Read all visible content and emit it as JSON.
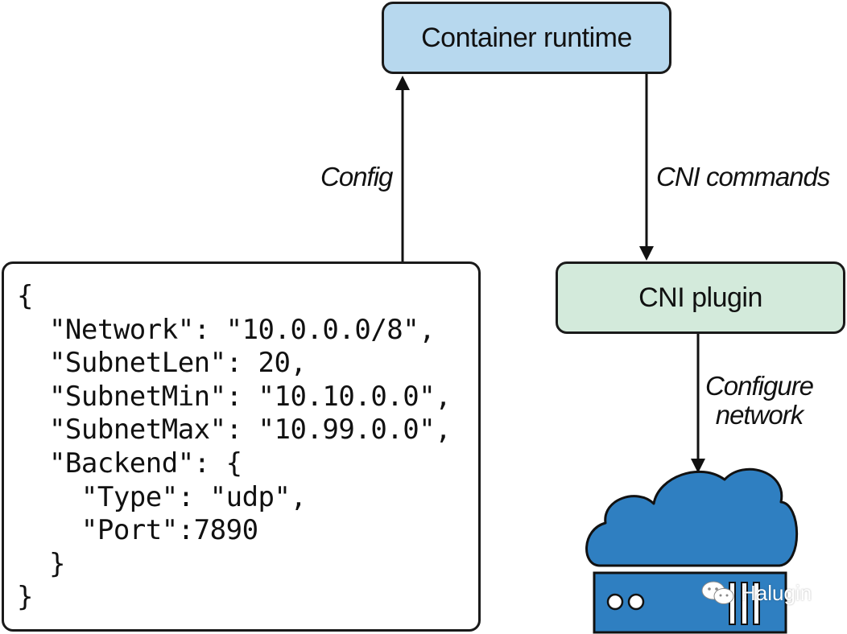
{
  "nodes": {
    "container_runtime": "Container runtime",
    "cni_plugin": "CNI plugin"
  },
  "edges": {
    "config": "Config",
    "cni_commands": "CNI commands",
    "configure_network_line1": "Configure",
    "configure_network_line2": "network"
  },
  "code_lines": [
    "{",
    "  \"Network\": \"10.0.0.0/8\",",
    "  \"SubnetLen\": 20,",
    "  \"SubnetMin\": \"10.10.0.0\",",
    "  \"SubnetMax\": \"10.99.0.0\",",
    "  \"Backend\": {",
    "    \"Type\": \"udp\",",
    "    \"Port\":7890",
    "  }",
    "}"
  ],
  "watermark": "Halugin",
  "icons": {
    "cloud": "cloud-icon",
    "server": "server-icon",
    "chat": "wechat-icon"
  },
  "colors": {
    "runtime_fill": "#b7d8ee",
    "plugin_fill": "#d3eadb",
    "cloud_fill": "#2f7fc1",
    "server_fill": "#2f7fc1"
  }
}
